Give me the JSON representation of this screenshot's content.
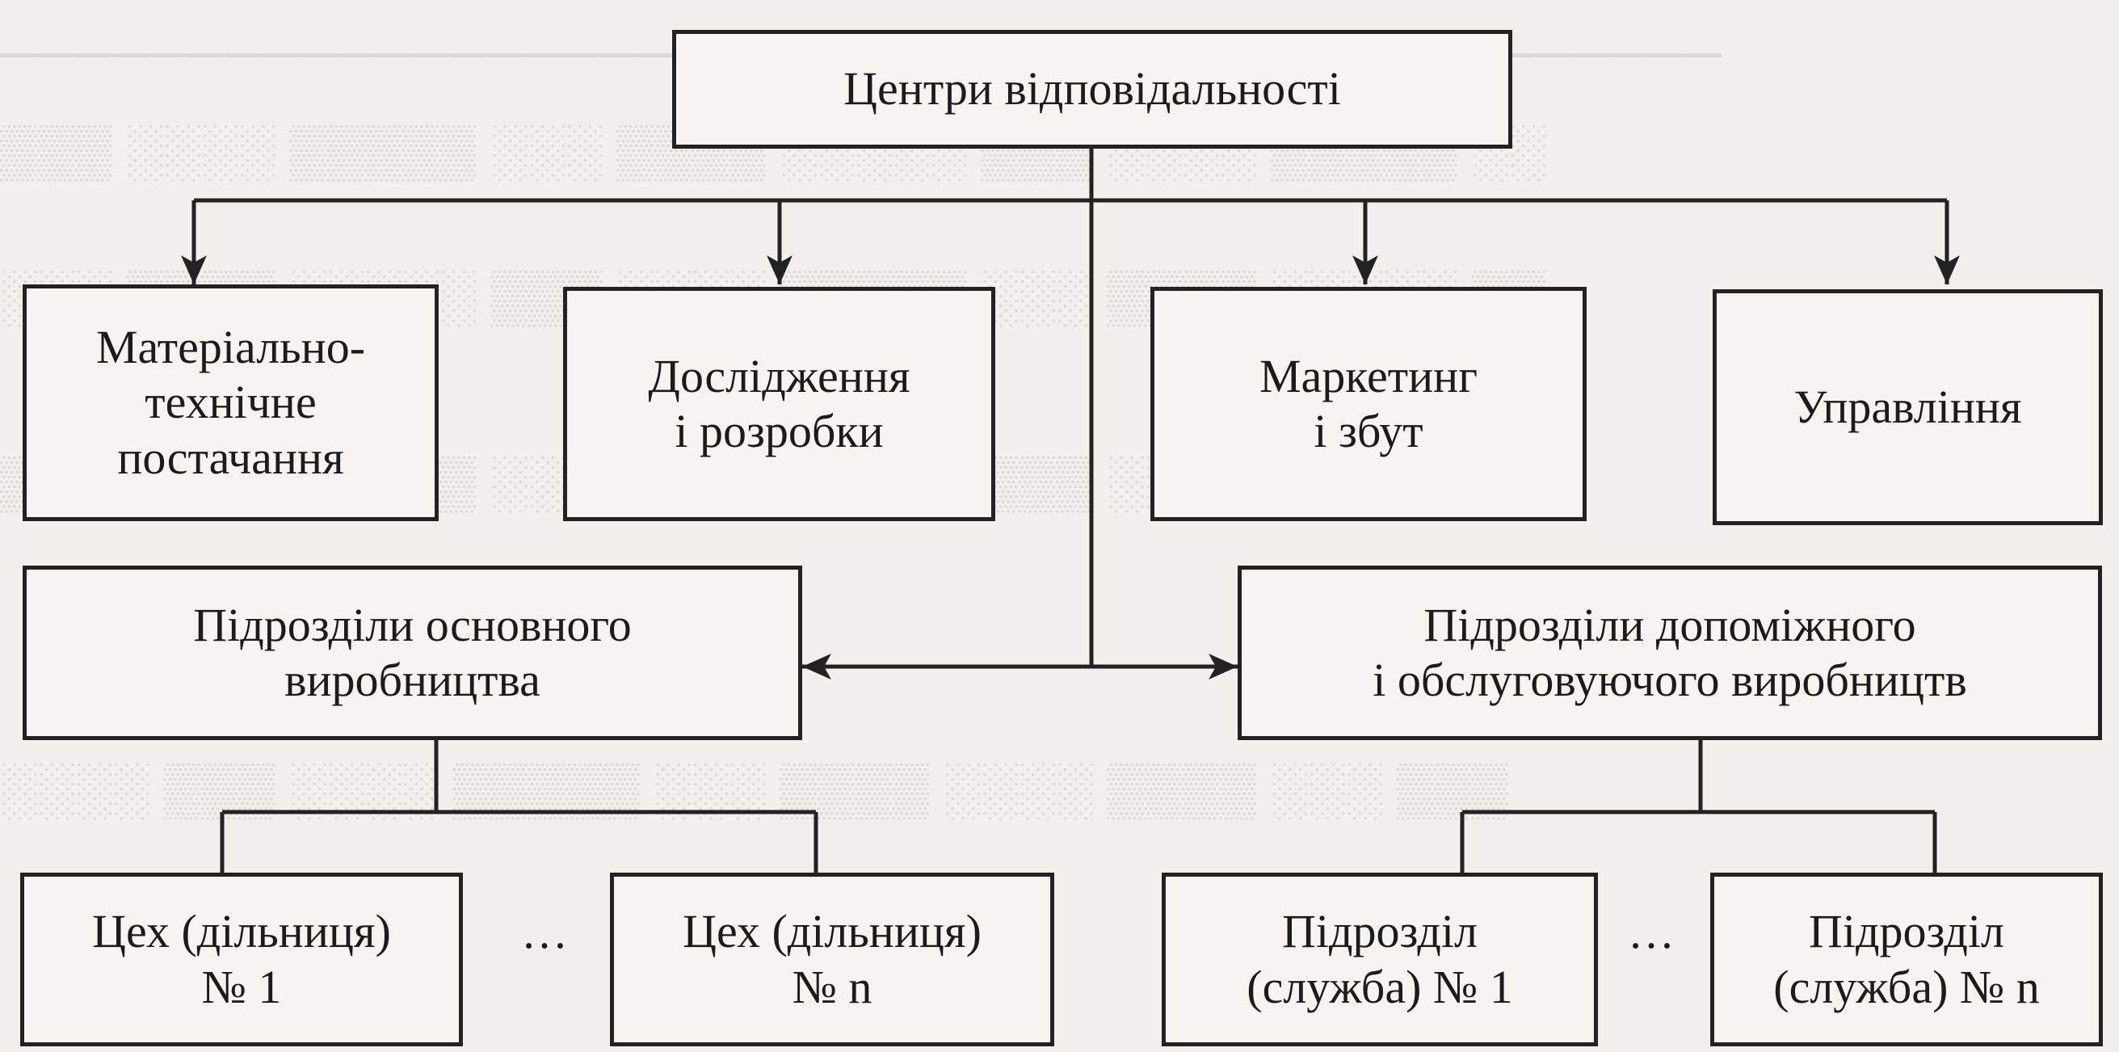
{
  "diagram": {
    "root": "Центри відповідальності",
    "level1": [
      {
        "lines": [
          "Матеріально-",
          "технічне",
          "постачання"
        ]
      },
      {
        "lines": [
          "Дослідження",
          "і розробки"
        ]
      },
      {
        "lines": [
          "Маркетинг",
          "і збут"
        ]
      },
      {
        "lines": [
          "Управління"
        ]
      }
    ],
    "level2": [
      {
        "lines": [
          "Підрозділи основного",
          "виробництва"
        ]
      },
      {
        "lines": [
          "Підрозділи допоміжного",
          "і обслуговуючого виробництв"
        ]
      }
    ],
    "level3": [
      {
        "lines": [
          "Цех (дільниця)",
          "№ 1"
        ]
      },
      {
        "lines": [
          "Цех (дільниця)",
          "№ n"
        ]
      },
      {
        "lines": [
          "Підрозділ",
          "(служба) № 1"
        ]
      },
      {
        "lines": [
          "Підрозділ",
          "(служба) № n"
        ]
      }
    ],
    "ellipsis": "…"
  }
}
